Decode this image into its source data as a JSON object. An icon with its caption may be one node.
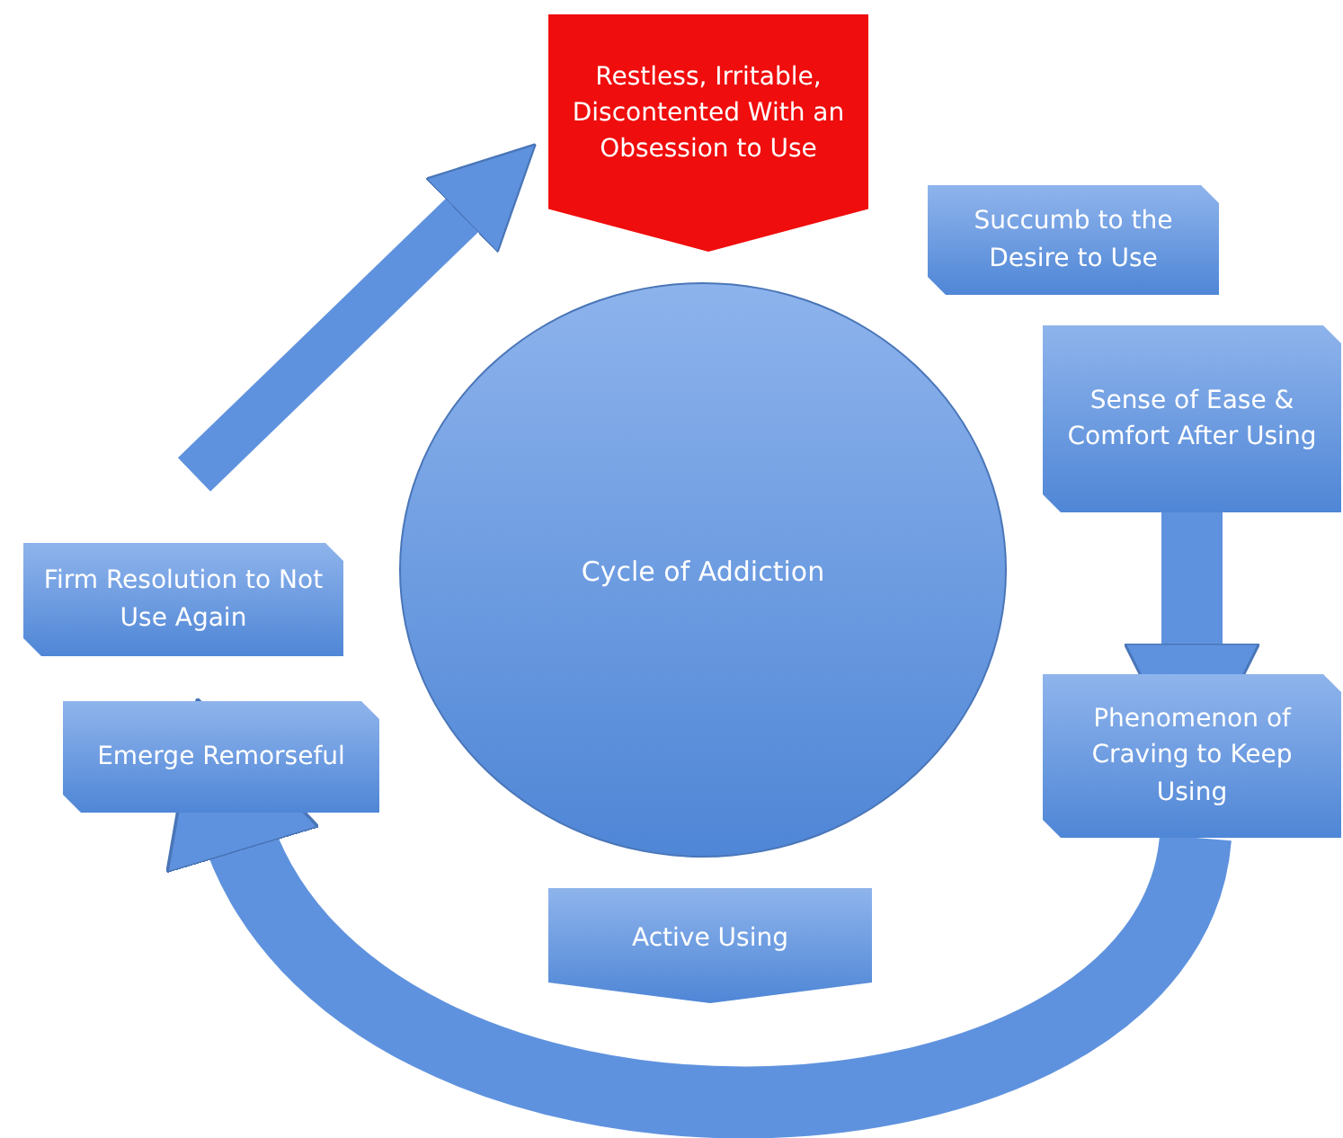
{
  "diagram": {
    "nodes": [
      {
        "text": [
          "Restless, Irritable, Discontented With an Obsession to Use"
        ]
      },
      {
        "text": [
          "Succumb to the Desire to Use"
        ]
      },
      {
        "text": [
          "Sense of Ease & Comfort After Using"
        ]
      },
      {
        "text": [
          "Phenomenon of Craving to Keep Using"
        ]
      },
      {
        "text": [
          "Active Using"
        ]
      },
      {
        "text": [
          "Emerge Remorseful"
        ]
      },
      {
        "text": [
          "Firm Resolution to Not Use Again"
        ]
      },
      {
        "text": [
          "Cycle of Addiction"
        ]
      }
    ],
    "edges": [
      {
        "from": 6,
        "to": 0,
        "arrow": "to"
      },
      {
        "from": 2,
        "to": 3,
        "arrow": "to"
      },
      {
        "from": 3,
        "to": 5,
        "arrow": "to"
      }
    ]
  }
}
